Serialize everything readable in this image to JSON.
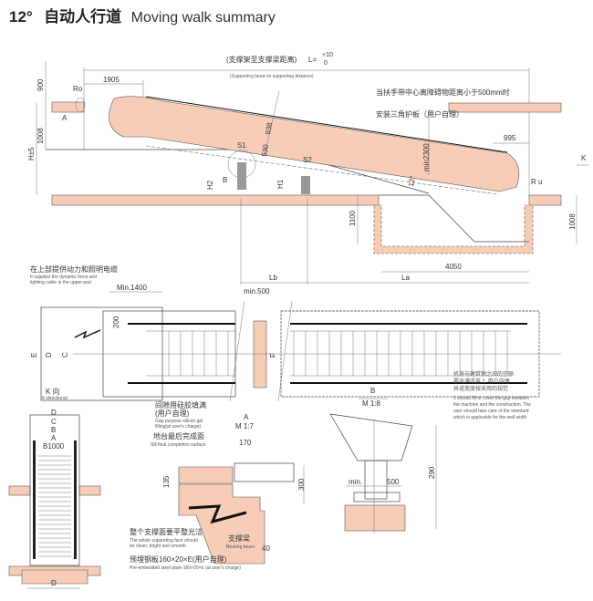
{
  "header": {
    "number": "12°",
    "title_cn": "自动人行道",
    "title_en": "Moving walk summary"
  },
  "colors": {
    "fill": "#f7cdb8",
    "line": "#444444"
  },
  "side_view": {
    "span_cn": "(支撑架至支撑梁距离)",
    "span_formula": "L=",
    "tol_plus": "+10",
    "tol_zero": "0",
    "span_en": "(Supporting beam to supporting distance)",
    "dim_1905": "1905",
    "dim_900": "900",
    "dim_1008_left": "1008",
    "dim_h": "H±5",
    "ro": "Ro",
    "a": "A",
    "dim_938": "938",
    "dim_530": "530",
    "s1": "S1",
    "s2": "S2",
    "b": "B",
    "h1": "H1",
    "h2": "H2",
    "note_500": "当扶手带中心离障碍物距离小于500mm时",
    "note_triangle": "安装三角护板（用户自理）",
    "min2300": "min2300",
    "angle": "12°",
    "dim_995": "995",
    "ru": "R u",
    "k": "K",
    "dim_1100": "1100",
    "dim_1008_right": "1008",
    "dim_4050": "4050",
    "lb": "Lb",
    "la": "La"
  },
  "plan_view": {
    "note_cn": "在上部提供动力和照明电缆",
    "note_en_1": "It supplies the dynamic force and",
    "note_en_2": "lighting cable in the upper part",
    "min1400": "Min.1400",
    "min500": "min.500",
    "dim_200": "200",
    "e": "E",
    "d": "D",
    "c": "C",
    "f": "F",
    "gap_cn_1": "机身与建筑物之间的空隙",
    "gap_cn_2": "要充满或盖上  用户自理",
    "gap_cn_3": "井道宽度按采用的规范",
    "gap_en_1": "It should fill or cover the gap between",
    "gap_en_2": "the machine and the construction. The",
    "gap_en_3": "user should take care of the standard",
    "gap_en_4": "which is applicable for the well width"
  },
  "k_view": {
    "title": "K 向",
    "sub": "K-directional",
    "d": "D",
    "c": "C",
    "b": "B",
    "a": "A",
    "b1000": "B1000",
    "d_bottom": "D"
  },
  "detail_a": {
    "title": "A",
    "scale": "M 1:7",
    "gap_cn_1": "间隙用硅胶填满",
    "gap_cn_2": "(用户自理)",
    "gap_en_1": "Gap purpose silicon gel",
    "gap_en_2": "filling(at user's charge)",
    "sill_cn": "地台最后完成面",
    "sill_en": "Sill final completion surface",
    "dim_170": "170",
    "dim_135": "135",
    "dim_300": "300",
    "support_cn": "整个支撑面要平整光洁",
    "support_en_1": "The whole supporting face should",
    "support_en_2": "be clean, bright and smooth",
    "beam_cn": "支撑梁",
    "beam_en": "Bearing beam",
    "dim_40": "40",
    "plate_cn": "预埋钢板160×20×E(用户自理)",
    "plate_en": "Pre-embedded steel plate 160×20×E (at user's charge)"
  },
  "detail_b": {
    "title": "B",
    "scale": "M 1:8",
    "min": "min.",
    "dim_500": "500",
    "dim_290": "290"
  }
}
